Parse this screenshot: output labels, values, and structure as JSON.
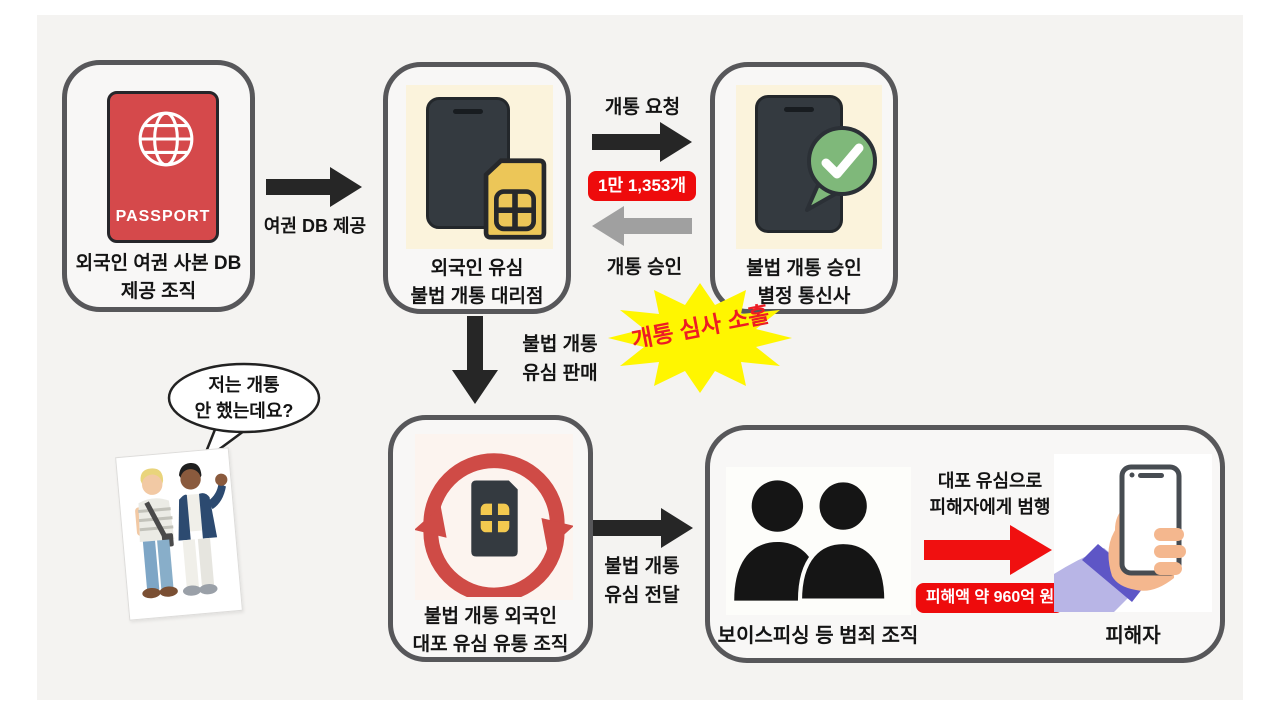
{
  "diagram": {
    "nodes": {
      "passport_org": {
        "line1": "외국인 여권 사본 DB",
        "line2": "제공 조직",
        "icon_text": "PASSPORT"
      },
      "sim_store": {
        "line1": "외국인 유심",
        "line2": "불법 개통 대리점"
      },
      "carrier": {
        "line1": "불법 개통 승인",
        "line2": "별정 통신사"
      },
      "sim_distribution": {
        "line1": "불법 개통 외국인",
        "line2": "대포 유심 유통 조직"
      },
      "crime_org": {
        "label": "보이스피싱 등 범죄 조직"
      },
      "victim": {
        "label": "피해자"
      }
    },
    "edges": {
      "passport_db": {
        "label": "여권 DB 제공"
      },
      "open_request": {
        "label": "개통 요청"
      },
      "count_badge": {
        "label": "1만 1,353개"
      },
      "open_approval": {
        "label": "개통 승인"
      },
      "sim_sale": {
        "line1": "불법 개통",
        "line2": "유심 판매"
      },
      "sim_delivery": {
        "line1": "불법 개통",
        "line2": "유심 전달"
      },
      "crime_action": {
        "line1": "대포 유심으로",
        "line2": "피해자에게 범행"
      },
      "damage_badge": {
        "label": "피해액 약 960억 원"
      }
    },
    "callouts": {
      "negligence": {
        "label": "개통 심사 소홀"
      },
      "speech_bubble": {
        "line1": "저는 개통",
        "line2": "안 했는데요?"
      }
    },
    "colors": {
      "background": "#f4f3f1",
      "box_border": "#57575a",
      "arrow_black": "#262626",
      "arrow_gray": "#a0a0a0",
      "badge_red": "#ee0b0c",
      "arrow_red": "#f01010",
      "starburst_yellow": "#fff600",
      "starburst_text": "#ed1c24",
      "passport_red": "#d5494b",
      "sim_yellow": "#ecc658",
      "check_green": "#7fb87a"
    }
  }
}
